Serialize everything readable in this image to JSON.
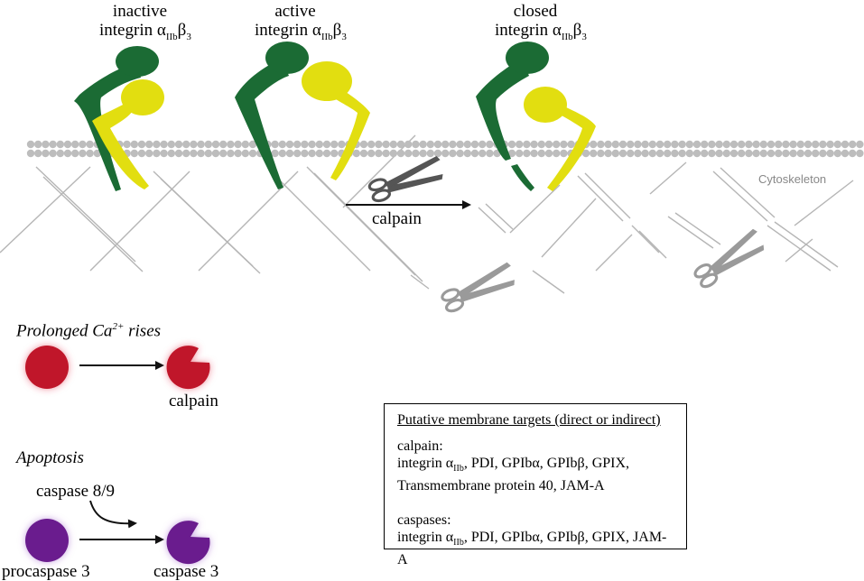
{
  "integrin_states": {
    "inactive": {
      "line1": "inactive",
      "line2_prefix": "integrin α",
      "sub": "IIb",
      "beta": "β",
      "beta_sub": "3"
    },
    "active": {
      "line1": "active",
      "line2_prefix": "integrin α",
      "sub": "IIb",
      "beta": "β",
      "beta_sub": "3"
    },
    "closed": {
      "line1": "closed",
      "line2_prefix": "integrin α",
      "sub": "IIb",
      "beta": "β",
      "beta_sub": "3"
    }
  },
  "cytoskeleton_label": "Cytoskeleton",
  "cleavage_label": "calpain",
  "calcium_pathway": {
    "title_prefix": "Prolonged Ca",
    "title_sup": "2+",
    "title_suffix": " rises",
    "product_label": "calpain"
  },
  "apoptosis_pathway": {
    "title": "Apoptosis",
    "activator_label": "caspase 8/9",
    "substrate_label": "procaspase 3",
    "product_label": "caspase 3"
  },
  "targets_box": {
    "heading": "Putative membrane targets (direct or indirect)",
    "calpain_header": "calpain:",
    "calpain_line1_prefix": "integrin α",
    "calpain_line1_sub": "IIb",
    "calpain_line1_rest": ", PDI, GPIbα, GPIbβ, GPIX,",
    "calpain_line2": "Transmembrane protein 40, JAM-A",
    "caspases_header": "caspases:",
    "caspases_line_prefix": "integrin α",
    "caspases_line_sub": "IIb",
    "caspases_line_rest": ", PDI, GPIbα, GPIbβ, GPIX, JAM-A"
  },
  "colors": {
    "alpha_subunit": "#1b6b34",
    "beta_subunit": "#e2de10",
    "membrane": "#bdbdbd",
    "cytoskeleton": "#b5b5b5",
    "calpain": "#c0152a",
    "caspase": "#6a1f8e",
    "scissors_dark": "#555555",
    "scissors_light": "#9a9a9a"
  }
}
